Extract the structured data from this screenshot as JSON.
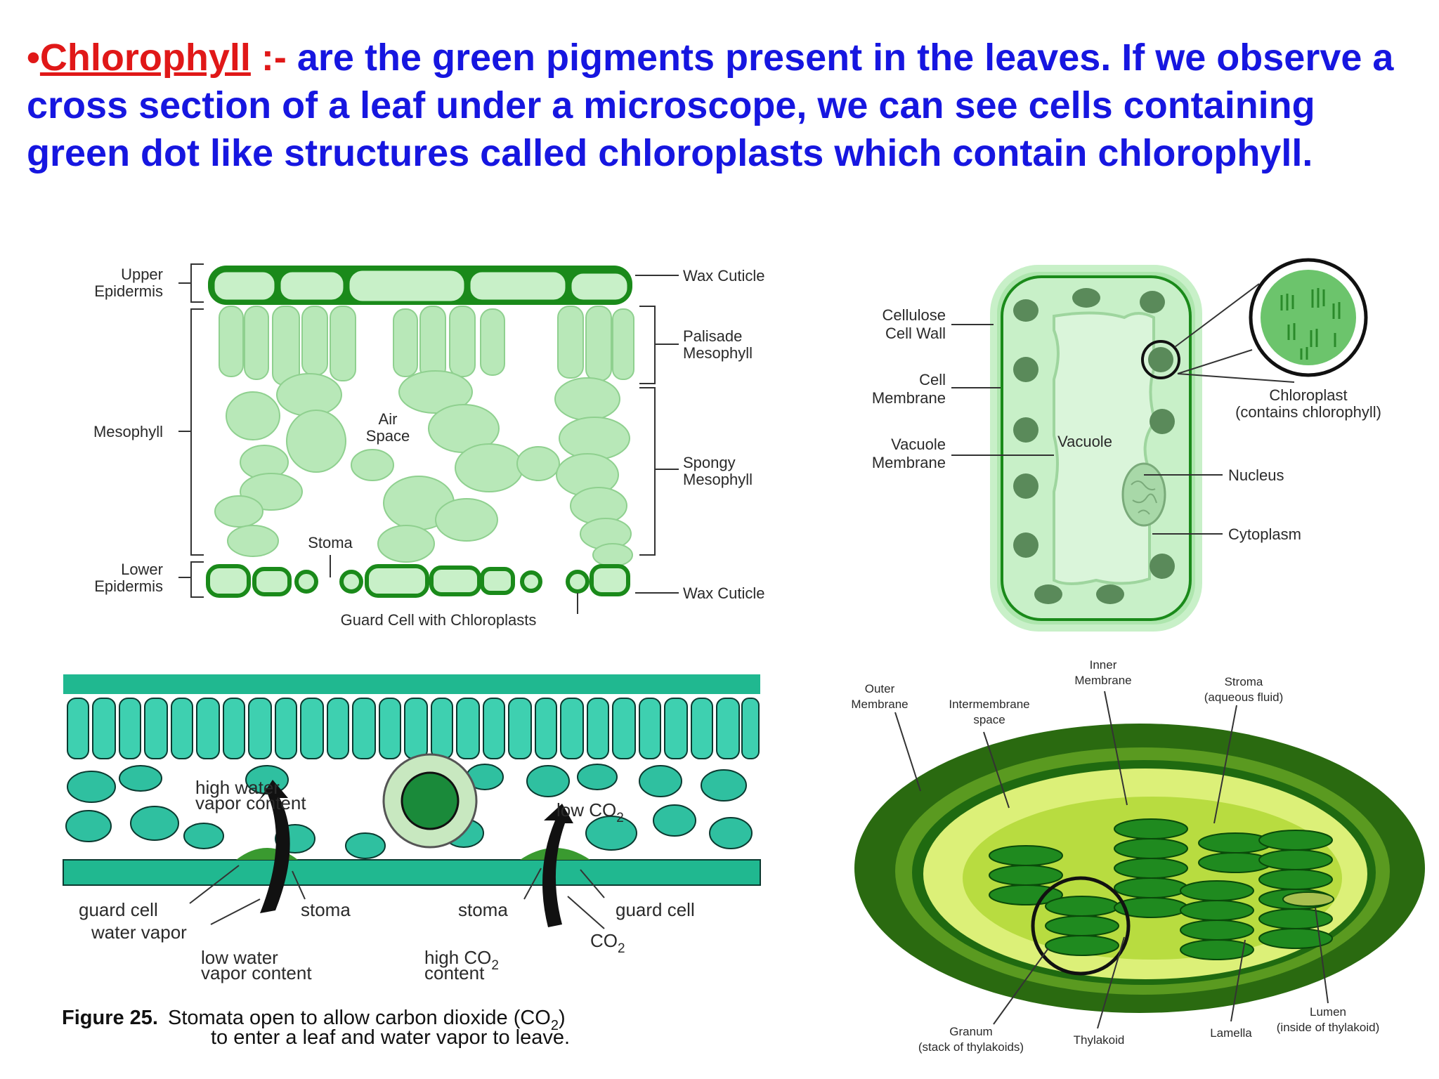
{
  "intro": {
    "bullet": "•",
    "term": "Chlorophyll",
    "separator": " :- ",
    "text": "are the green pigments present in the leaves. If we observe a cross section of a leaf under a microscope, we can see cells containing green dot like structures called chloroplasts which contain chlorophyll."
  },
  "colors": {
    "heading_blue": "#1616e0",
    "heading_red": "#e01818",
    "leaf_dark_green": "#1a8a1a",
    "leaf_light_green": "#c8f0c8",
    "cell_teal": "#2fc0a0",
    "chloroplast_outer": "#2a6a10",
    "thylakoid_green": "#1f8a1f"
  },
  "leaf_section": {
    "labels": {
      "upper_epidermis": [
        "Upper",
        "Epidermis"
      ],
      "mesophyll": "Mesophyll",
      "lower_epidermis": [
        "Lower",
        "Epidermis"
      ],
      "wax_cuticle_top": "Wax Cuticle",
      "palisade": [
        "Palisade",
        "Mesophyll"
      ],
      "spongy": [
        "Spongy",
        "Mesophyll"
      ],
      "wax_cuticle_bottom": "Wax Cuticle",
      "air_space": [
        "Air",
        "Space"
      ],
      "stoma": "Stoma",
      "guard_cell": "Guard Cell with Chloroplasts"
    }
  },
  "plant_cell": {
    "labels": {
      "cell_wall": [
        "Cellulose",
        "Cell Wall"
      ],
      "cell_membrane": [
        "Cell",
        "Membrane"
      ],
      "vacuole_membrane": [
        "Vacuole",
        "Membrane"
      ],
      "vacuole": "Vacuole",
      "chloroplast": [
        "Chloroplast",
        "(contains chlorophyll)"
      ],
      "nucleus": "Nucleus",
      "cytoplasm": "Cytoplasm"
    }
  },
  "stomata_figure": {
    "labels": {
      "high_water": [
        "high water",
        "vapor content"
      ],
      "low_co2": "low CO",
      "guard_cell_left": "guard cell",
      "water_vapor": "water vapor",
      "stoma_left": "stoma",
      "stoma_right": "stoma",
      "guard_cell_right": "guard cell",
      "co2": "CO",
      "low_water": [
        "low water",
        "vapor content"
      ],
      "high_co2": [
        "high CO",
        "content"
      ],
      "subscript": "2"
    },
    "caption": {
      "figure": "Figure 25.",
      "line1": "Stomata open to allow carbon dioxide (CO",
      "line1_end": ")",
      "subscript": "2",
      "line2": "to enter a leaf and water vapor to leave."
    }
  },
  "chloroplast_diagram": {
    "labels": {
      "outer_membrane": [
        "Outer",
        "Membrane"
      ],
      "intermembrane": [
        "Intermembrane",
        "space"
      ],
      "inner_membrane": [
        "Inner",
        "Membrane"
      ],
      "stroma": [
        "Stroma",
        "(aqueous fluid)"
      ],
      "granum": [
        "Granum",
        "(stack of thylakoids)"
      ],
      "thylakoid": "Thylakoid",
      "lamella": "Lamella",
      "lumen": [
        "Lumen",
        "(inside of thylakoid)"
      ]
    }
  }
}
